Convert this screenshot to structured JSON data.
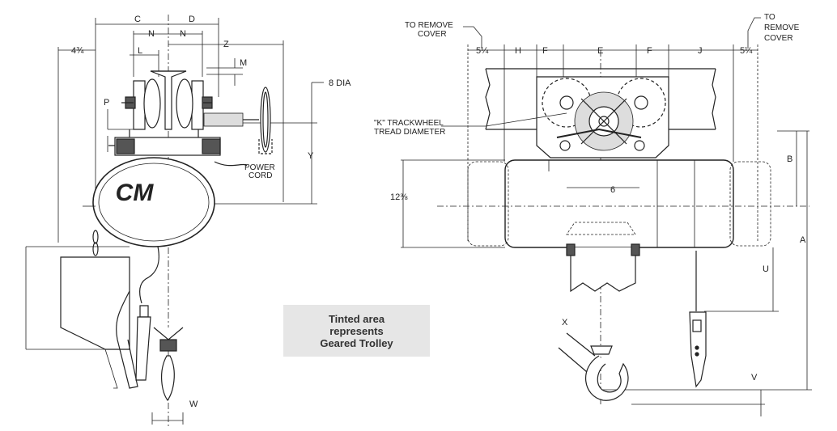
{
  "legend": {
    "line1": "Tinted area",
    "line2": "represents",
    "line3": "Geared Trolley"
  },
  "side_view": {
    "labels": {
      "c": "C",
      "d": "D",
      "n_left": "N",
      "n_right": "N",
      "l": "L",
      "z": "Z",
      "m": "M",
      "p": "P",
      "four_three_quarter": "4¾",
      "eight_dia": "8 DIA",
      "y": "Y",
      "power_cord_1": "POWER",
      "power_cord_2": "CORD",
      "w": "W"
    },
    "logo": "CM"
  },
  "front_view": {
    "labels": {
      "remove_left_1": "TO REMOVE",
      "remove_left_2": "COVER",
      "remove_right_1": "TO",
      "remove_right_2": "REMOVE",
      "remove_right_3": "COVER",
      "five_quarter_left": "5¼",
      "h": "H",
      "f_left": "F",
      "e": "E",
      "f_right": "F",
      "j": "J",
      "five_quarter_right": "5¼",
      "k_trackwheel_1": "\"K\" TRACKWHEEL",
      "k_trackwheel_2": "TREAD DIAMETER",
      "b": "B",
      "twelve_three_eighths": "12⅜",
      "six": "6",
      "a": "A",
      "u": "U",
      "x": "X",
      "v": "V"
    }
  }
}
